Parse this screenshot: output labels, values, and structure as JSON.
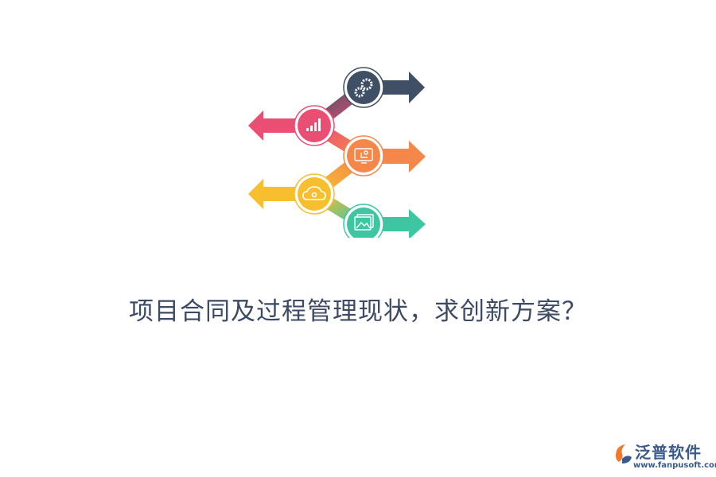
{
  "headline": "项目合同及过程管理现状，求创新方案？",
  "brand": {
    "name": "泛普软件",
    "url": "www.fanpusoft.com",
    "color": "#3a5a8c",
    "accent": "#f07a2b"
  },
  "infographic": {
    "steps": [
      {
        "icon": "gears-icon",
        "direction": "right",
        "color": "#3f4f66"
      },
      {
        "icon": "bar-chart-icon",
        "direction": "left",
        "color": "#ea4f73"
      },
      {
        "icon": "monitor-icon",
        "direction": "right",
        "color": "#f5874a"
      },
      {
        "icon": "cloud-icon",
        "direction": "left",
        "color": "#f7be2e"
      },
      {
        "icon": "image-gallery-icon",
        "direction": "right",
        "color": "#3ec6a3"
      }
    ]
  }
}
